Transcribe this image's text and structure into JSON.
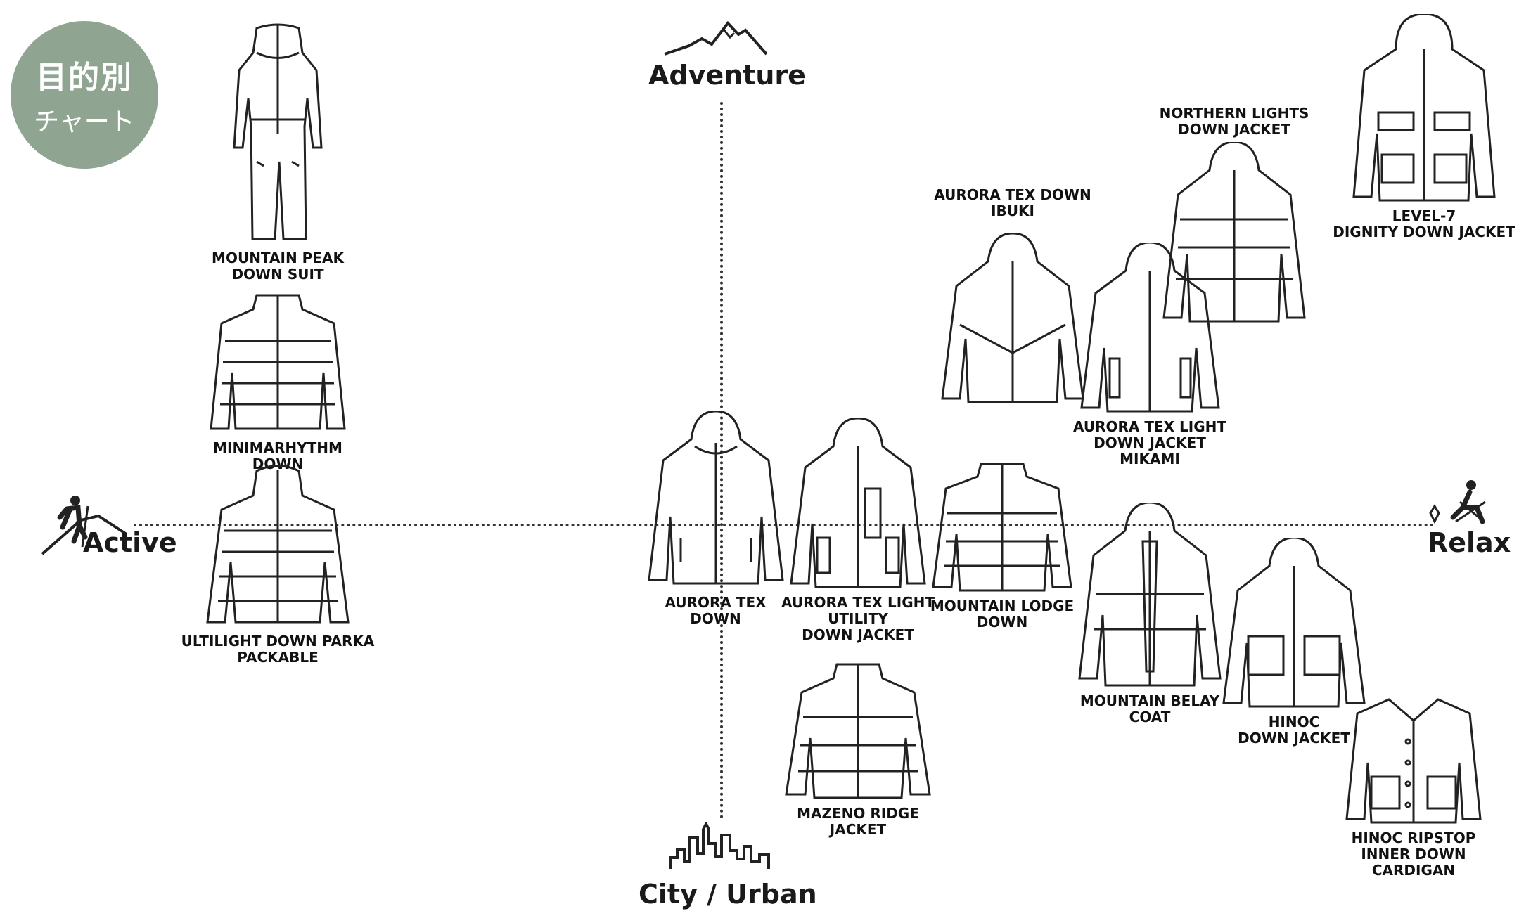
{
  "badge": {
    "line1": "目的別",
    "line2": "チャート"
  },
  "axes": {
    "top": "Adventure",
    "bottom": "City / Urban",
    "left": "Active",
    "right": "Relax"
  },
  "icons": {
    "top": "mountain-icon",
    "bottom": "city-skyline-icon",
    "left": "hiker-icon",
    "right": "camping-chair-icon"
  },
  "products": [
    {
      "id": "mountain-peak-down-suit",
      "name": "MOUNTAIN PEAK\nDOWN SUIT"
    },
    {
      "id": "minimarhythm-down",
      "name": "MINIMARHYTHM DOWN"
    },
    {
      "id": "ultilight-down-parka-packable",
      "name": "ULTILIGHT DOWN PARKA\nPACKABLE"
    },
    {
      "id": "aurora-tex-down",
      "name": "AURORA TEX\nDOWN"
    },
    {
      "id": "aurora-tex-light-utility-down-jacket",
      "name": "AURORA TEX LIGHT\nUTILITY\nDOWN JACKET"
    },
    {
      "id": "mountain-lodge-down",
      "name": "MOUNTAIN LODGE\nDOWN"
    },
    {
      "id": "mazeno-ridge-jacket",
      "name": "MAZENO RIDGE JACKET"
    },
    {
      "id": "aurora-tex-down-ibuki",
      "name": "AURORA TEX DOWN\nIBUKI"
    },
    {
      "id": "aurora-tex-light-down-jacket-mikami",
      "name": "AURORA TEX LIGHT\nDOWN JACKET\nMIKAMI"
    },
    {
      "id": "northern-lights-down-jacket",
      "name": "NORTHERN LIGHTS\nDOWN JACKET"
    },
    {
      "id": "level-7-dignity-down-jacket",
      "name": "LEVEL-7\nDIGNITY DOWN JACKET"
    },
    {
      "id": "mountain-belay-coat",
      "name": "MOUNTAIN BELAY\nCOAT"
    },
    {
      "id": "hinoc-down-jacket",
      "name": "HINOC\nDOWN JACKET"
    },
    {
      "id": "hinoc-ripstop-inner-down-cardigan",
      "name": "HINOC RIPSTOP\nINNER DOWN\nCARDIGAN"
    }
  ]
}
